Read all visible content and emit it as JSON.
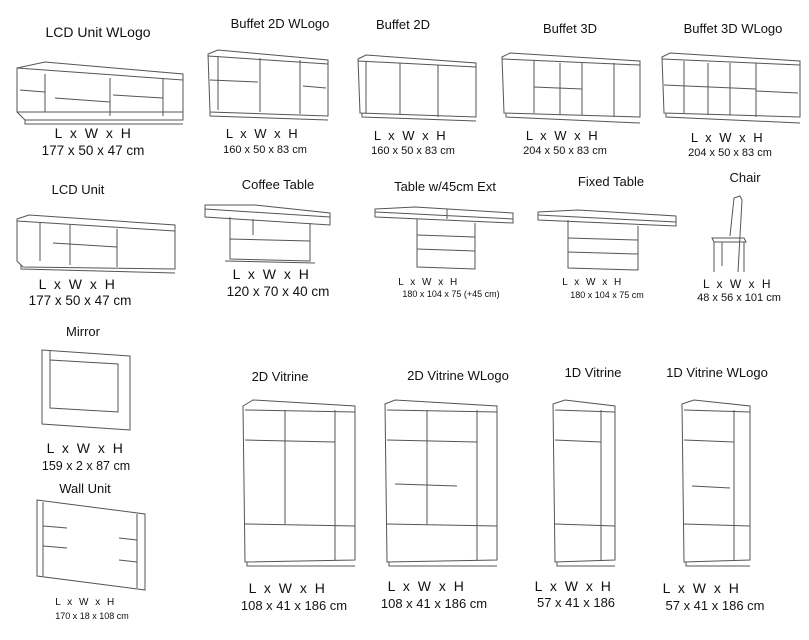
{
  "products": [
    {
      "name": "LCD Unit WLogo",
      "label": "L  x  W  x  H",
      "dims": "177 x 50 x 47 cm"
    },
    {
      "name": "Buffet 2D WLogo",
      "label": "L  x  W  x  H",
      "dims": "160 x 50 x 83 cm"
    },
    {
      "name": "Buffet 2D",
      "label": "L  x  W  x  H",
      "dims": "160 x 50 x 83 cm"
    },
    {
      "name": "Buffet 3D",
      "label": "L  x  W x  H",
      "dims": "204 x 50 x 83 cm"
    },
    {
      "name": "Buffet 3D WLogo",
      "label": "L  x  W x  H",
      "dims": "204 x 50 x 83 cm"
    },
    {
      "name": "LCD Unit",
      "label": "L  x  W  x  H",
      "dims": "177 x 50 x 47 cm"
    },
    {
      "name": "Coffee Table",
      "label": "L  x  W  x  H",
      "dims": "120 x 70 x 40 cm"
    },
    {
      "name": "Table w/45cm Ext",
      "label": "L  x  W  x  H",
      "dims": "180 x 104 x 75 (+45 cm)"
    },
    {
      "name": "Fixed Table",
      "label": "L  x  W x  H",
      "dims": "180 x 104 x 75 cm"
    },
    {
      "name": "Chair",
      "label": "L  x W  x  H",
      "dims": "48 x 56 x 101 cm"
    },
    {
      "name": "Mirror",
      "label": "L  x   W  x  H",
      "dims": "159 x 2 x 87 cm"
    },
    {
      "name": "Wall Unit",
      "label": "L  x  W  x  H",
      "dims": "170 x 18 x 108 cm"
    },
    {
      "name": "2D Vitrine",
      "label": "L  x  W x H",
      "dims": "108 x 41 x 186 cm"
    },
    {
      "name": "2D Vitrine WLogo",
      "label": "L  x  W x H",
      "dims": "108 x 41 x 186 cm"
    },
    {
      "name": "1D Vitrine",
      "label": "L  x  W x  H",
      "dims": "57 x 41 x 186"
    },
    {
      "name": "1D Vitrine WLogo",
      "label": "L  x  W x  H",
      "dims": "57 x 41 x 186 cm"
    }
  ]
}
